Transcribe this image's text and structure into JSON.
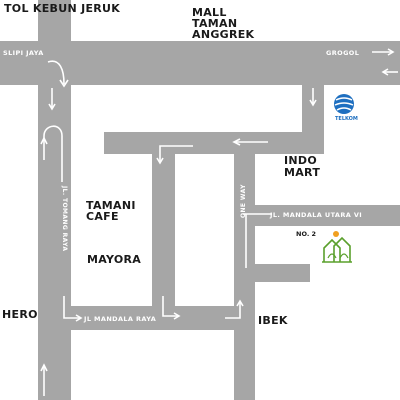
{
  "map": {
    "colors": {
      "road": "#a6a6a6",
      "arrow": "#ffffff",
      "label": "#1a1a1a",
      "logo_blue": "#1e6fc0",
      "house_green": "#5aa02c",
      "sun": "#f0a020"
    },
    "labels": {
      "tol_kebun_jeruk": "TOL KEBUN JERUK",
      "mall_1": "MALL",
      "mall_2": "TAMAN",
      "mall_3": "ANGGREK",
      "slipi_jaya": "SLIPI JAYA",
      "grogol": "GROGOL",
      "indo": "INDO",
      "mart": "MART",
      "telkom": "TELKOM",
      "one_way": "ONE WAY",
      "tamani_1": "TAMANI",
      "tamani_2": "CAFE",
      "mandala_utara": "JL. MANDALA UTARA VI",
      "no2": "NO. 2",
      "mayora": "MAYORA",
      "jl_tomang_raya": "JL. TOMANG RAYA",
      "hero": "HERO",
      "jl_mandala_raya": "JL MANDALA RAYA",
      "ibek": "IBEK"
    },
    "icons": [
      "telkom-logo-icon",
      "house-destination-icon"
    ]
  }
}
